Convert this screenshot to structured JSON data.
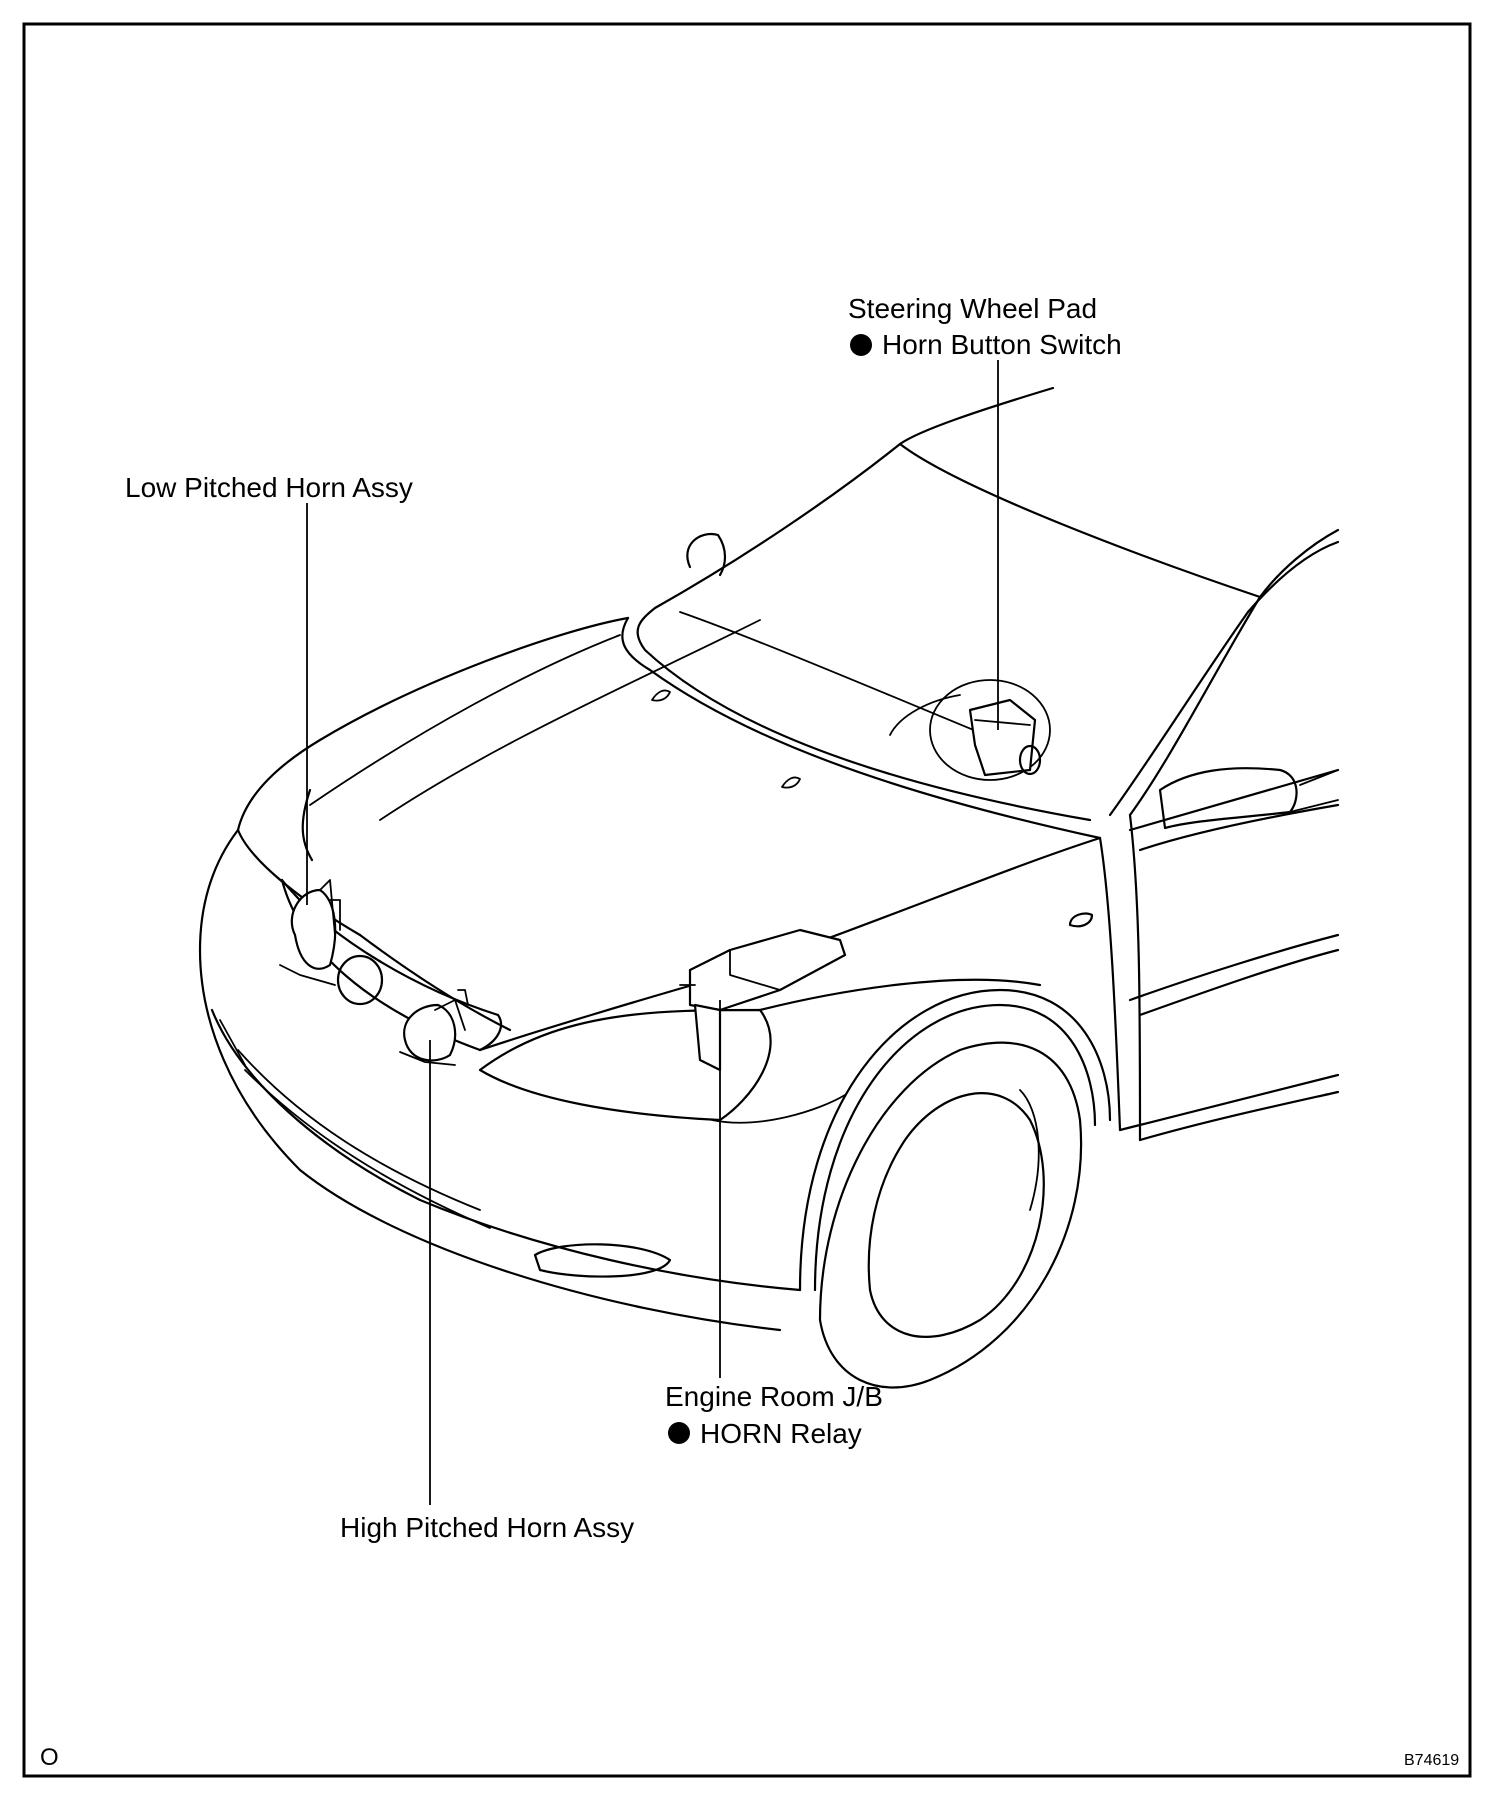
{
  "diagram": {
    "labels": {
      "steering_wheel_pad": "Steering Wheel Pad",
      "horn_button_switch": "Horn Button Switch",
      "low_pitched_horn": "Low Pitched Horn Assy",
      "engine_room_jb": "Engine Room J/B",
      "horn_relay": "HORN Relay",
      "high_pitched_horn": "High Pitched Horn Assy"
    },
    "corner_left": "O",
    "figure_code": "B74619"
  }
}
